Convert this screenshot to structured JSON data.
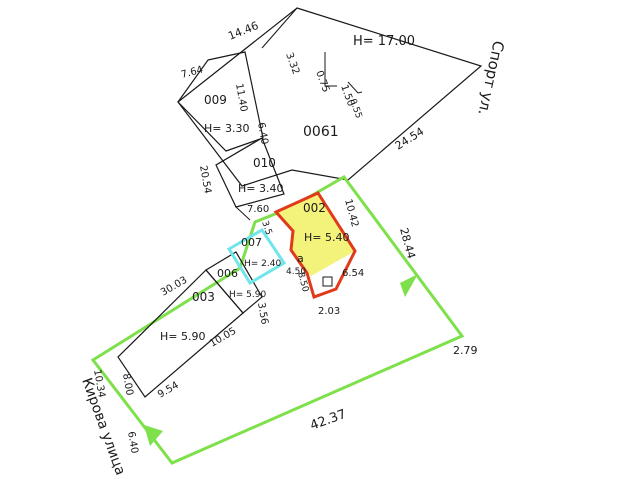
{
  "building_0061": {
    "label": "0061",
    "height": "H= 17.00",
    "dim_top": "14.46",
    "dim_right": "24.54",
    "dim_inner_a": "3.32",
    "dim_inner_b": "0.75",
    "dim_inner_c": "1.50",
    "dim_inner_d": "0.55",
    "dim_left_a": "11.40",
    "dim_left_b": "6.40"
  },
  "block_009": {
    "label": "009",
    "height": "H= 3.30",
    "dim_top": "7.64"
  },
  "block_010": {
    "label": "010",
    "height": "H= 3.40",
    "dim_left": "20.54",
    "dim_bottom": "7.60"
  },
  "block_002": {
    "label": "002",
    "height": "H= 5.40",
    "dim_right": "10.42",
    "dim_bottom": "6.54",
    "dim_step": "2.03",
    "dim_left": "8.50",
    "dim_corner": "4.50",
    "note": "a"
  },
  "block_007": {
    "label": "007",
    "height": "H= 2.40",
    "dim_top": "3.5"
  },
  "block_006": {
    "label": "006",
    "height": "H= 5.90",
    "dim_bottom": "3.56"
  },
  "block_003": {
    "label": "003",
    "height": "H= 5.90",
    "dim_top": "30.03",
    "dim_bottom": "10.05",
    "dim_left": "8.00",
    "dim_base": "9.54"
  },
  "parcel": {
    "dim_right": "28.44",
    "dim_corner": "2.79",
    "dim_bottom": "42.37",
    "dim_left": "10.34",
    "dim_tip": "6.40"
  },
  "street_top": "Спорт ул.",
  "street_left": "Кирова улица",
  "colors": {
    "parcel": "#7ee04a",
    "highlight_border": "#e03a1a",
    "highlight_fill": "#f3f27a",
    "cyan": "#6fe6ea",
    "ink": "#1a1a1a"
  }
}
